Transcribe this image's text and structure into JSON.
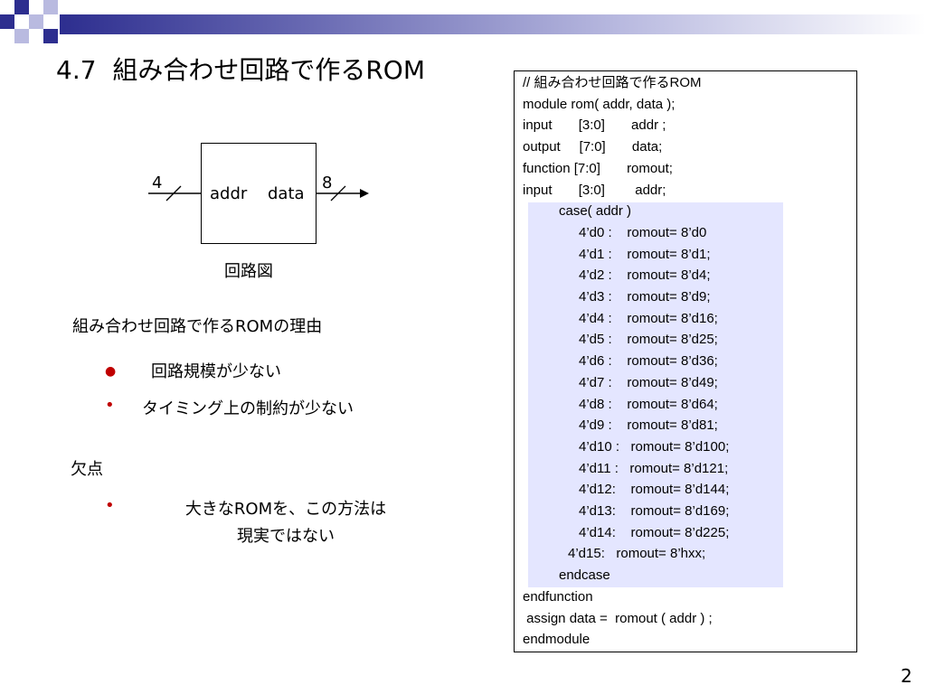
{
  "slide": {
    "title_number": "4.7",
    "title_text": "組み合わせ回路で作るROM",
    "page_number": "2"
  },
  "diagram": {
    "input_width": "4",
    "output_width": "8",
    "input_port": "addr",
    "output_port": "data",
    "caption": "回路図"
  },
  "reasons": {
    "heading": "組み合わせ回路で作るROMの理由",
    "items": [
      "回路規模が少ない",
      "タイミング上の制約が少ない"
    ]
  },
  "demerit": {
    "heading": "欠点",
    "items": [
      "大きなROMを、この方法は現実ではない"
    ],
    "line1": "大きなROMを、この方法は",
    "line2": "現実ではない"
  },
  "code": {
    "lines": [
      "// 組み合わせ回路で作るROM",
      "module rom( addr, data );",
      "input       [3:0]       addr ;",
      "output     [7:0]       data;",
      "function [7:0]       romout;",
      "input       [3:0]        addr;",
      "case( addr )",
      "4’d0 :    romout= 8’d0",
      "4’d1 :    romout= 8’d1;",
      "4’d2 :    romout= 8’d4;",
      "4’d3 :    romout= 8’d9;",
      "4’d4 :    romout= 8’d16;",
      "4’d5 :    romout= 8’d25;",
      "4’d6 :    romout= 8’d36;",
      "4’d7 :    romout= 8’d49;",
      "4’d8 :    romout= 8’d64;",
      "4’d9 :    romout= 8’d81;",
      "4’d10 :   romout= 8’d100;",
      "4’d11 :   romout= 8’d121;",
      "4’d12:    romout= 8’d144;",
      "4’d13:    romout= 8’d169;",
      "4’d14:    romout= 8’d225;",
      "4’d15:   romout= 8’hxx;",
      "endcase",
      "endfunction",
      " assign data =  romout ( addr ) ;",
      "endmodule"
    ]
  },
  "colors": {
    "accent": "#2d2e8f",
    "square_dark": "#2d2e8f",
    "square_light": "#b9bae0",
    "bullet": "#c00000",
    "case_highlight": "#e4e6ff"
  }
}
